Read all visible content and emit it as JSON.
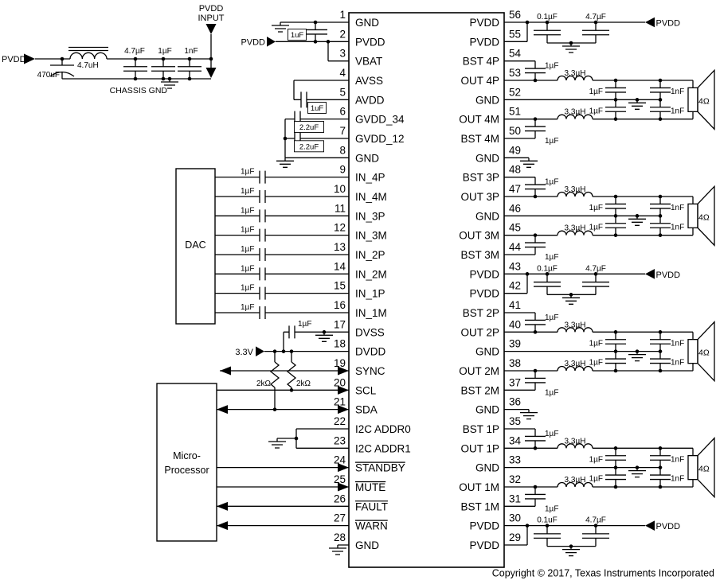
{
  "schematic": {
    "ic_left_pins": [
      {
        "num": "1",
        "name": "GND"
      },
      {
        "num": "2",
        "name": "PVDD"
      },
      {
        "num": "3",
        "name": "VBAT"
      },
      {
        "num": "4",
        "name": "AVSS"
      },
      {
        "num": "5",
        "name": "AVDD"
      },
      {
        "num": "6",
        "name": "GVDD_34"
      },
      {
        "num": "7",
        "name": "GVDD_12"
      },
      {
        "num": "8",
        "name": "GND"
      },
      {
        "num": "9",
        "name": "IN_4P"
      },
      {
        "num": "10",
        "name": "IN_4M"
      },
      {
        "num": "11",
        "name": "IN_3P"
      },
      {
        "num": "12",
        "name": "IN_3M"
      },
      {
        "num": "13",
        "name": "IN_2P"
      },
      {
        "num": "14",
        "name": "IN_2M"
      },
      {
        "num": "15",
        "name": "IN_1P"
      },
      {
        "num": "16",
        "name": "IN_1M"
      },
      {
        "num": "17",
        "name": "DVSS"
      },
      {
        "num": "18",
        "name": "DVDD"
      },
      {
        "num": "19",
        "name": "SYNC"
      },
      {
        "num": "20",
        "name": "SCL"
      },
      {
        "num": "21",
        "name": "SDA"
      },
      {
        "num": "22",
        "name": "I2C ADDR0"
      },
      {
        "num": "23",
        "name": "I2C ADDR1"
      },
      {
        "num": "24",
        "name": "STANDBY",
        "overline": true
      },
      {
        "num": "25",
        "name": "MUTE",
        "overline": true
      },
      {
        "num": "26",
        "name": "FAULT",
        "overline": true
      },
      {
        "num": "27",
        "name": "WARN",
        "overline": true
      },
      {
        "num": "28",
        "name": "GND"
      }
    ],
    "ic_right_pins": [
      {
        "num": "56",
        "name": "PVDD"
      },
      {
        "num": "55",
        "name": "PVDD"
      },
      {
        "num": "54",
        "name": "BST 4P"
      },
      {
        "num": "53",
        "name": "OUT 4P"
      },
      {
        "num": "52",
        "name": "GND"
      },
      {
        "num": "51",
        "name": "OUT 4M"
      },
      {
        "num": "50",
        "name": "BST 4M"
      },
      {
        "num": "49",
        "name": "GND"
      },
      {
        "num": "48",
        "name": "BST 3P"
      },
      {
        "num": "47",
        "name": "OUT 3P"
      },
      {
        "num": "46",
        "name": "GND"
      },
      {
        "num": "45",
        "name": "OUT 3M"
      },
      {
        "num": "44",
        "name": "BST 3M"
      },
      {
        "num": "43",
        "name": "PVDD"
      },
      {
        "num": "42",
        "name": "PVDD"
      },
      {
        "num": "41",
        "name": "BST 2P"
      },
      {
        "num": "40",
        "name": "OUT 2P"
      },
      {
        "num": "39",
        "name": "GND"
      },
      {
        "num": "38",
        "name": "OUT 2M"
      },
      {
        "num": "37",
        "name": "BST 2M"
      },
      {
        "num": "36",
        "name": "GND"
      },
      {
        "num": "35",
        "name": "BST 1P"
      },
      {
        "num": "34",
        "name": "OUT 1P"
      },
      {
        "num": "33",
        "name": "GND"
      },
      {
        "num": "32",
        "name": "OUT 1M"
      },
      {
        "num": "31",
        "name": "BST 1M"
      },
      {
        "num": "30",
        "name": "PVDD"
      },
      {
        "num": "29",
        "name": "PVDD"
      }
    ],
    "blocks": {
      "dac": "DAC",
      "micro1": "Micro-",
      "micro2": "Processor"
    },
    "labels": {
      "pvdd_src": "PVDD",
      "c_bulk": "470uF",
      "l_in": "4.7uH",
      "c_in1": "4.7µF",
      "c_in2": "1µF",
      "c_in3": "1nF",
      "chassis_gnd": "CHASSIS GND",
      "pvdd_in1": "PVDD",
      "pvdd_in2": "INPUT",
      "c_pvdd_left": "1uF",
      "pvdd_pin2": "PVDD",
      "c_avdd": "1uF",
      "c_gvdd34": "2.2uF",
      "c_gvdd12": "2.2uF",
      "c_in_dac": "1µF",
      "c_dvdd": "1µF",
      "v33": "3.3V",
      "r_pullup1": "2kΩ",
      "r_pullup2": "2kΩ",
      "c_bst": "1µF",
      "l_out": "3.3µH",
      "c_filt": "1µF",
      "c_snub": "1nF",
      "load": "4Ω",
      "c_dec1": "0.1µF",
      "c_dec1_alt": "0.1uF",
      "c_dec2": "4.7µF",
      "pvdd_rail": "PVDD"
    },
    "copyright": "Copyright © 2017, Texas Instruments Incorporated"
  }
}
